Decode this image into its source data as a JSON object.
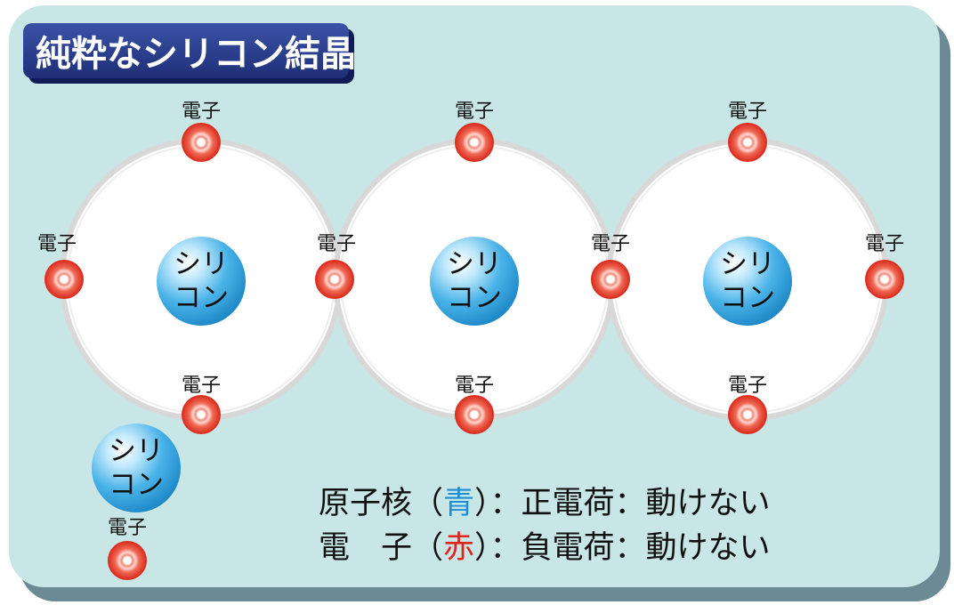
{
  "title": "純粋なシリコン結晶",
  "electron_label": "電子",
  "nucleus_label": {
    "line1": "シリ",
    "line2": "コン"
  },
  "legend": {
    "nucleus": {
      "prefix": "原子核（",
      "color_word": "青",
      "suffix": "）",
      "description": "：正電荷：動けない"
    },
    "electron": {
      "prefix": "電　子（",
      "color_word": "赤",
      "suffix": "）",
      "description": "：負電荷：動けない"
    }
  },
  "colors": {
    "background_panel": "#c8e6e5",
    "panel_shadow": "#6c8a94",
    "title_bg": "#2b3f8c",
    "title_text": "#ffffff",
    "orbit_ring": "#d8d8d8",
    "orbit_fill": "#ffffff",
    "nucleus": "#2fa6df",
    "electron": "#e23b2a",
    "legend_blue": "#1e8fd6",
    "legend_red": "#e0261c",
    "text": "#111111"
  },
  "atoms": [
    {
      "id": "atom-1",
      "nucleus": "silicon-nucleus",
      "electrons": [
        "top",
        "left",
        "right",
        "bottom"
      ]
    },
    {
      "id": "atom-2",
      "nucleus": "silicon-nucleus",
      "electrons": [
        "top",
        "left",
        "right",
        "bottom"
      ]
    },
    {
      "id": "atom-3",
      "nucleus": "silicon-nucleus",
      "electrons": [
        "top",
        "left",
        "right",
        "bottom"
      ]
    }
  ],
  "legend_samples": {
    "nucleus": "silicon-nucleus",
    "electron": "electron"
  }
}
